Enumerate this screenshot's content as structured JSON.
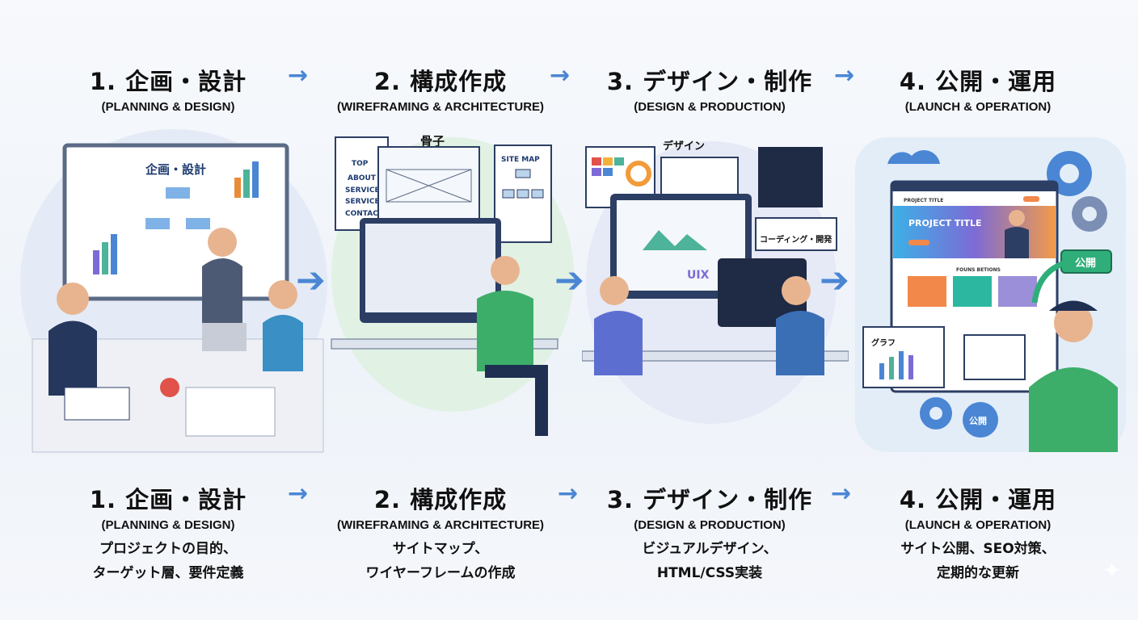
{
  "steps": [
    {
      "title": "1. 企画・設計",
      "subtitle": "(PLANNING & DESIGN)",
      "desc_line1": "プロジェクトの目的、",
      "desc_line2": "ターゲット層、要件定義"
    },
    {
      "title": "2. 構成作成",
      "subtitle": "(WIREFRAMING & ARCHITECTURE)",
      "desc_line1": "サイトマップ、",
      "desc_line2": "ワイヤーフレームの作成"
    },
    {
      "title": "3. デザイン・制作",
      "subtitle": "(DESIGN & PRODUCTION)",
      "desc_line1": "ビジュアルデザイン、",
      "desc_line2": "HTML/CSS実装"
    },
    {
      "title": "4. 公開・運用",
      "subtitle": "(LAUNCH & OPERATION)",
      "desc_line1": "サイト公開、SEO対策、",
      "desc_line2": "定期的な更新"
    }
  ],
  "arrow_glyph": "→",
  "illustrations": {
    "planning": {
      "whiteboard_title": "企画・設計"
    },
    "wireframe": {
      "label": "骨子",
      "sitemap_title": "SITE MAP",
      "nav_items": [
        "TOP",
        "ABOUT",
        "SERVICE",
        "SERVICE",
        "CONTACT"
      ]
    },
    "design": {
      "label": "デザイン",
      "coding_label": "コーディング・開発",
      "screen_text": "UIX"
    },
    "launch": {
      "site_brand": "PROJECT TITLE",
      "hero_title": "PROJECT TITLE",
      "section_title": "FOUNS BETIONS",
      "publish_badge": "公開",
      "graph_label": "グラフ",
      "gear_label": "公開"
    }
  },
  "colors": {
    "accent": "#4a86d4",
    "green": "#2fae7a",
    "navy": "#2c3e63"
  }
}
